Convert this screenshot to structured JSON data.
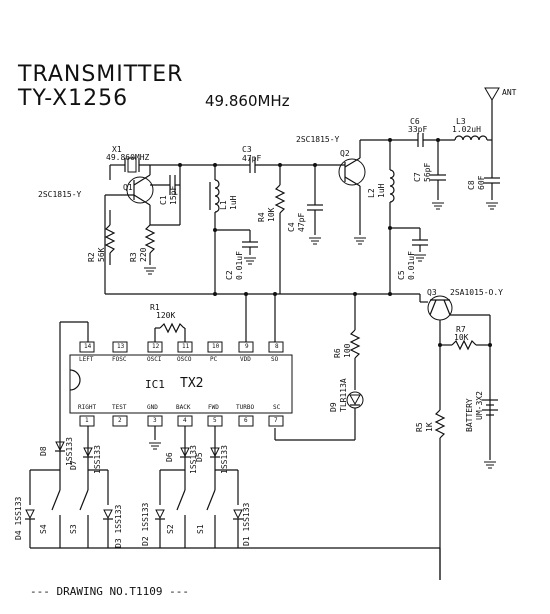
{
  "title": {
    "line1": "TRANSMITTER",
    "line2": "TY-X1256",
    "frequency": "49.860MHz"
  },
  "drawing_no": "--- DRAWING NO.T1109 ---",
  "antenna": "ANT",
  "ic": {
    "name": "IC1",
    "part": "TX2",
    "top_pins": [
      {
        "num": "14",
        "name": "LEFT"
      },
      {
        "num": "13",
        "name": "FOSC"
      },
      {
        "num": "12",
        "name": "OSCI"
      },
      {
        "num": "11",
        "name": "OSCO"
      },
      {
        "num": "10",
        "name": "PC"
      },
      {
        "num": "9",
        "name": "VDD"
      },
      {
        "num": "8",
        "name": "SO"
      }
    ],
    "bottom_pins": [
      {
        "num": "1",
        "name": "RIGHT"
      },
      {
        "num": "2",
        "name": "TEST"
      },
      {
        "num": "3",
        "name": "GND"
      },
      {
        "num": "4",
        "name": "BACK"
      },
      {
        "num": "5",
        "name": "FWD"
      },
      {
        "num": "6",
        "name": "TURBO"
      },
      {
        "num": "7",
        "name": "SC"
      }
    ]
  },
  "components": {
    "x1": "X1",
    "x1_val": "49.860MHZ",
    "q1_part": "2SC1815-Y",
    "q1": "Q1",
    "c1": "C1",
    "c1_val": "15pF",
    "r2": "R2",
    "r2_val": "56K",
    "r3": "R3",
    "r3_val": "220",
    "l1": "L1",
    "l1_val": "1uH",
    "c2": "C2",
    "c2_val": "0.01uF",
    "c3": "C3",
    "c3_val": "47pF",
    "r4": "R4",
    "r4_val": "10K",
    "c4": "C4",
    "c4_val": "47pF",
    "q2_part": "2SC1815-Y",
    "q2": "Q2",
    "l2": "L2",
    "l2_val": "1uH",
    "c5": "C5",
    "c5_val": "0.01uF",
    "c6": "C6",
    "c6_val": "33pF",
    "l3": "L3",
    "l3_val": "1.02uH",
    "c7": "C7",
    "c7_val": "56pF",
    "c8": "C8",
    "c8_val": "60F",
    "q3": "Q3",
    "q3_part": "2SA1015-O.Y",
    "r1": "R1",
    "r1_val": "120K",
    "r6": "R6",
    "r6_val": "100",
    "d9": "D9",
    "d9_val": "TLR113A",
    "r7": "R7",
    "r7_val": "10K",
    "r5": "R5",
    "r5_val": "1K",
    "battery": "BATTERY",
    "battery_val": "UM-3X2",
    "d8": "D8",
    "d8_val": "1SS133",
    "d7": "D7",
    "d7_val": "1SS133",
    "d6": "D6",
    "d6_val": "1SS133",
    "d5": "D5",
    "d5_val": "1SS133",
    "d4": "D4 1SS133",
    "d3": "D3 1SS133",
    "d2": "D2 1SS133",
    "d1": "D1 1SS133",
    "s1": "S1",
    "s2": "S2",
    "s3": "S3",
    "s4": "S4"
  }
}
